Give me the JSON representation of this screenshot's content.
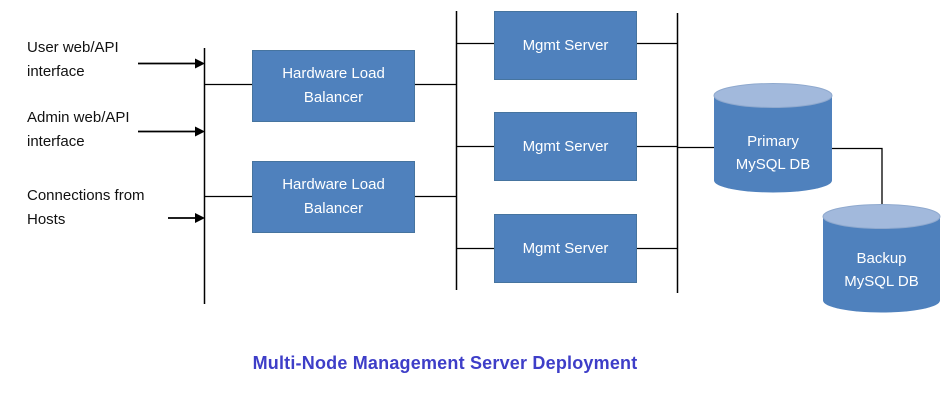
{
  "title": {
    "text": "Multi-Node Management Server Deployment"
  },
  "inputs": [
    {
      "id": "user-web-api",
      "lines": [
        "User web/API",
        "interface"
      ]
    },
    {
      "id": "admin-web-api",
      "lines": [
        "Admin web/API",
        "interface"
      ]
    },
    {
      "id": "connections-from-hosts",
      "lines": [
        "Connections from",
        "Hosts"
      ]
    }
  ],
  "load_balancers": [
    {
      "lines": [
        "Hardware Load",
        "Balancer"
      ]
    },
    {
      "lines": [
        "Hardware Load",
        "Balancer"
      ]
    }
  ],
  "mgmt_servers": [
    {
      "label": "Mgmt Server"
    },
    {
      "label": "Mgmt Server"
    },
    {
      "label": "Mgmt Server"
    }
  ],
  "databases": [
    {
      "lines": [
        "Primary",
        "MySQL DB"
      ]
    },
    {
      "lines": [
        "Backup",
        "MySQL DB"
      ]
    }
  ],
  "colors": {
    "node_fill": "#4F81BD",
    "node_border": "#46749F",
    "node_text": "#FFFFFF",
    "cylinder_top": "#A2B9DC",
    "connector_line": "#000000",
    "title_text": "#3E3EC8"
  }
}
